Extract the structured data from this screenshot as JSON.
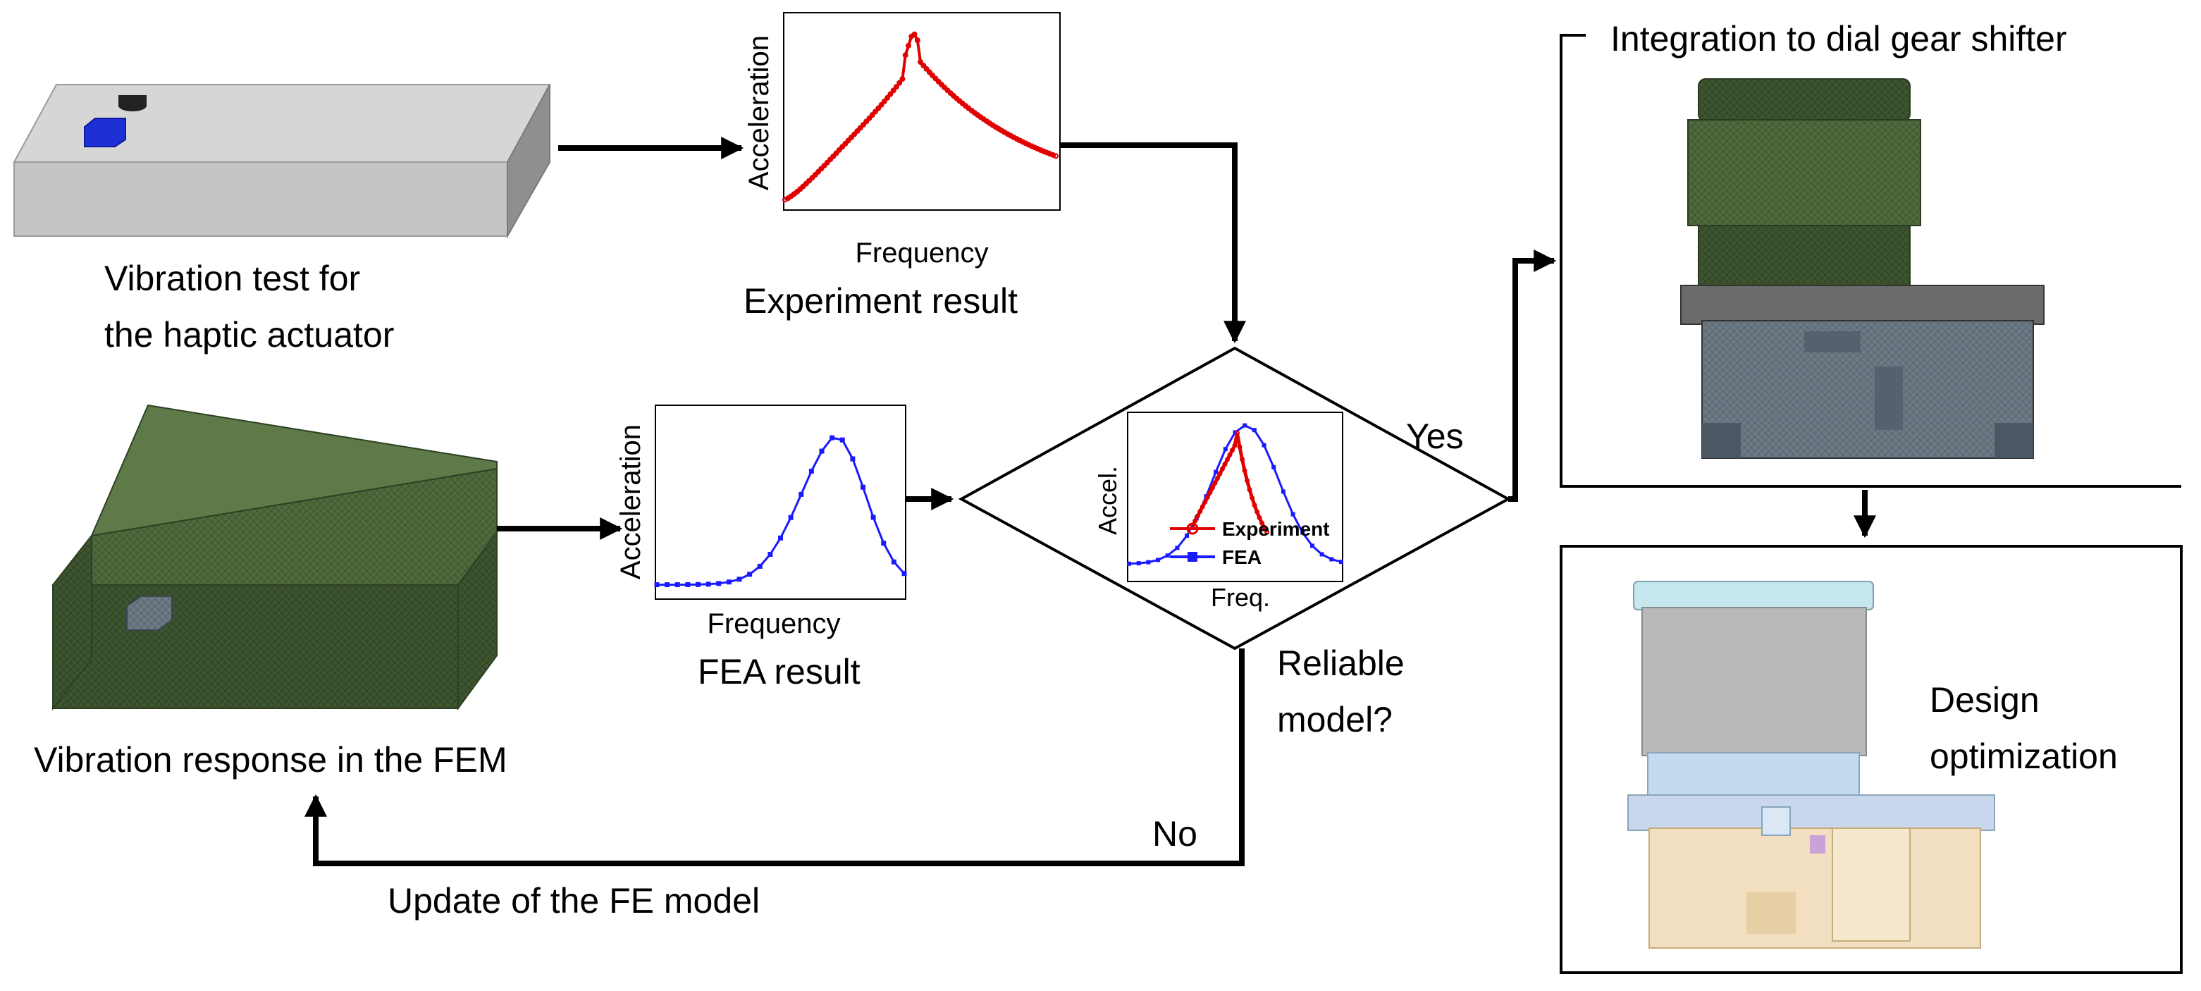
{
  "labels": {
    "vib_test_line1": "Vibration test for",
    "vib_test_line2": "the haptic actuator",
    "experiment_result": "Experiment result",
    "fea_result": "FEA result",
    "fem_response": "Vibration response in the FEM",
    "update_model": "Update of the FE model",
    "yes": "Yes",
    "no": "No",
    "reliable_line1": "Reliable",
    "reliable_line2": "model?",
    "integration": "Integration to dial gear shifter",
    "design_line1": "Design",
    "design_line2": "optimization"
  },
  "charts": {
    "experiment": {
      "xlabel": "Frequency",
      "ylabel": "Acceleration"
    },
    "fea": {
      "xlabel": "Frequency",
      "ylabel": "Acceleration"
    },
    "compare": {
      "xlabel": "Freq.",
      "ylabel": "Accel.",
      "legend": [
        "Experiment",
        "FEA"
      ]
    }
  },
  "colors": {
    "experiment": "#e00000",
    "fea": "#1a1aff",
    "mesh_green": "#4f6b3c",
    "plate_gray": "#c9c9c9"
  }
}
